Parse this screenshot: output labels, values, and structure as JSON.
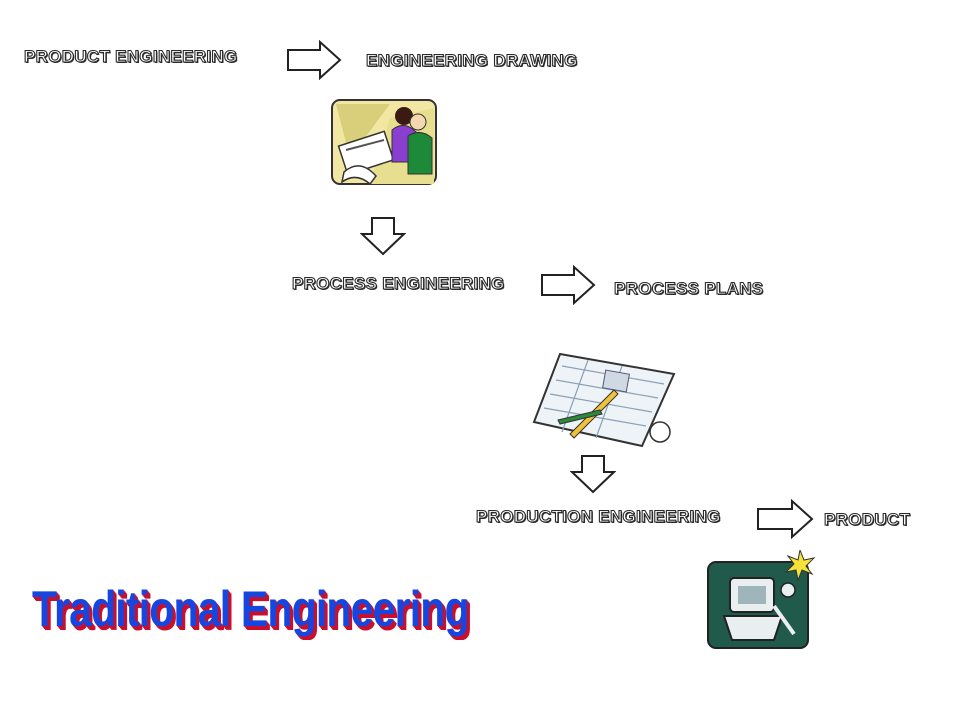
{
  "stages": [
    {
      "source": "PRODUCT ENGINEERING",
      "output": "ENGINEERING DRAWING",
      "clipart": "engineers-drafting-icon"
    },
    {
      "source": "PROCESS ENGINEERING",
      "output": "PROCESS PLANS",
      "clipart": "process-plan-document-icon"
    },
    {
      "source": "PRODUCTION ENGINEERING",
      "output": "PRODUCT",
      "clipart": "production-machine-icon"
    }
  ],
  "title": "Traditional Engineering",
  "colors": {
    "title_fill": "#1646e0",
    "title_shadow": "#c8102e",
    "label_outline": "#2a2a2a",
    "icon_teal": "#1f5a4a"
  }
}
